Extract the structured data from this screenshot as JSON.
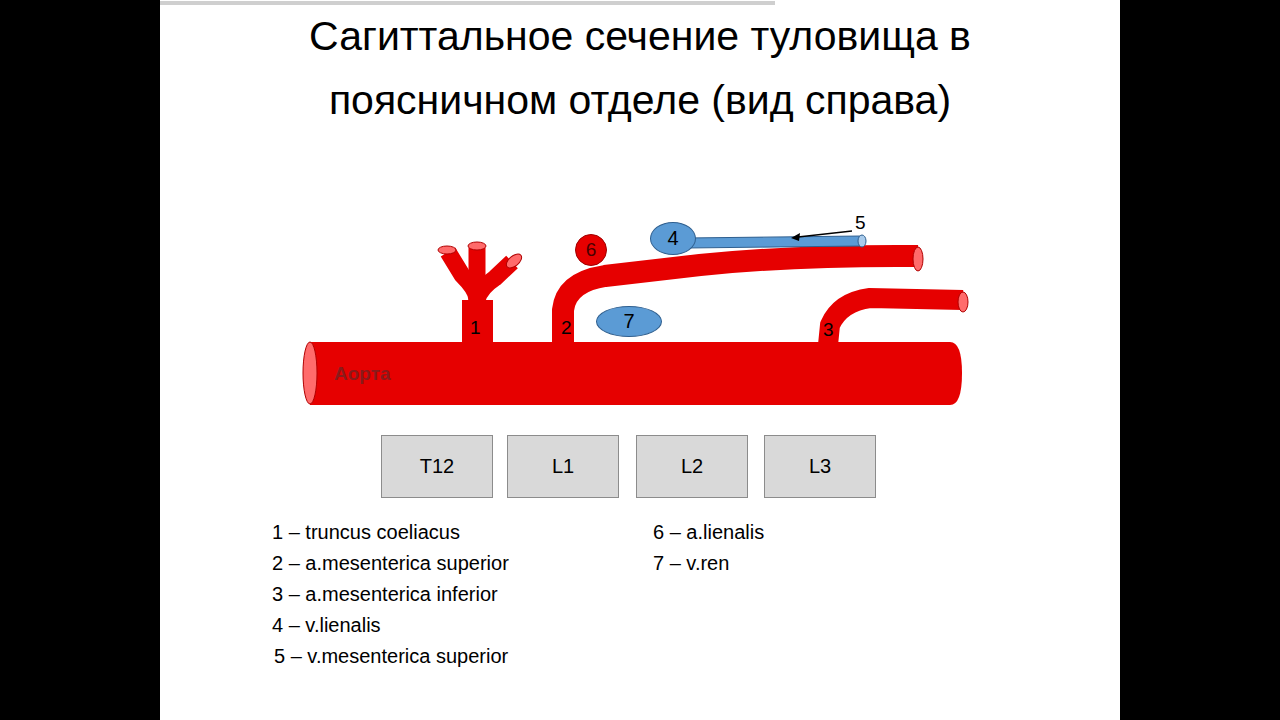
{
  "diagram": {
    "title": "Сагиттальное сечение туловища в поясничном отделе (вид справа)",
    "nodes": [
      {
        "text": [
          "Аорта"
        ]
      },
      {
        "text": [
          "T12"
        ]
      },
      {
        "text": [
          "L1"
        ]
      },
      {
        "text": [
          "L2"
        ]
      },
      {
        "text": [
          "L3"
        ]
      },
      {
        "text": [
          "6"
        ]
      },
      {
        "text": [
          "4"
        ]
      },
      {
        "text": [
          "7"
        ]
      }
    ],
    "labels": [
      "1",
      "2",
      "3",
      "5",
      "1 – truncus coeliacus",
      "2 – a.mesenterica superior",
      "3 – a.mesenterica inferior",
      "4 – v.lienalis",
      "5 – v.mesenterica superior",
      "6 – a.lienalis",
      "7 – v.ren"
    ]
  }
}
